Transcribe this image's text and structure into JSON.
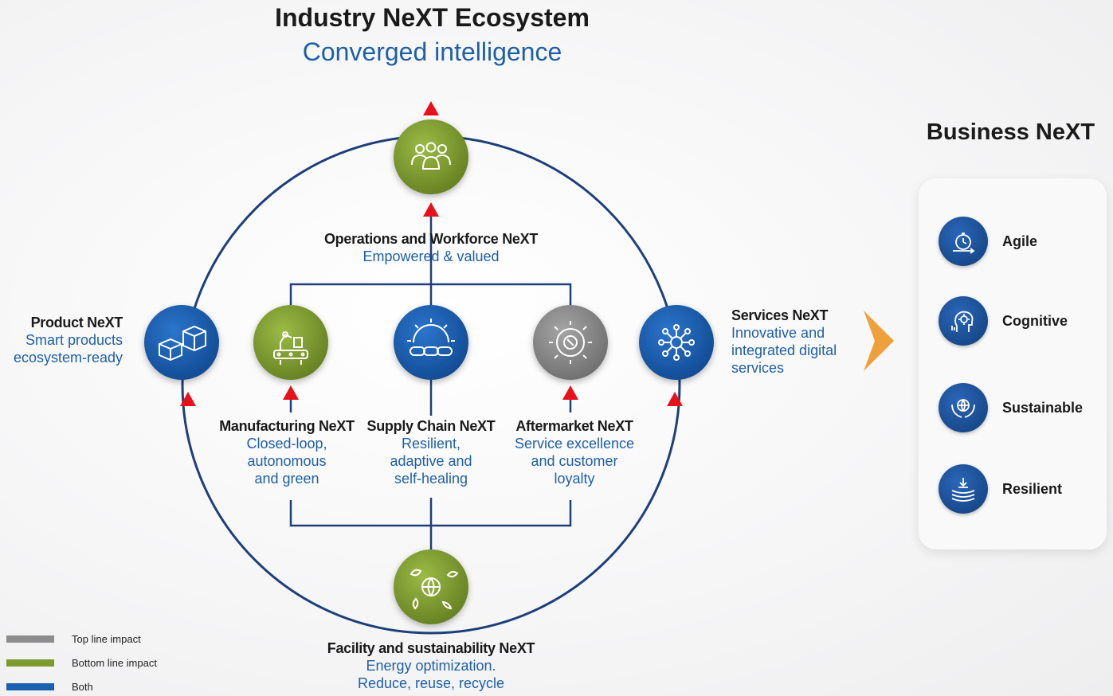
{
  "title": "Industry NeXT Ecosystem",
  "subtitle": "Converged intelligence",
  "nodes": {
    "operations": {
      "heading": "Operations and Workforce NeXT",
      "desc": "Empowered & valued",
      "icon": "workforce-group-icon",
      "color": "#7c9a2d"
    },
    "product": {
      "heading": "Product NeXT",
      "desc": [
        "Smart products",
        "ecosystem-ready"
      ],
      "icon": "product-boxes-icon",
      "color": "#1b5fb0"
    },
    "manufacturing": {
      "heading": "Manufacturing NeXT",
      "desc": [
        "Closed-loop,",
        "autonomous",
        "and green"
      ],
      "icon": "robot-arm-conveyor-icon",
      "color": "#7c9a2d"
    },
    "supply_chain": {
      "heading": "Supply Chain NeXT",
      "desc": [
        "Resilient,",
        "adaptive and",
        "self-healing"
      ],
      "icon": "gear-chain-link-icon",
      "color": "#1b5fb0"
    },
    "aftermarket": {
      "heading": "Aftermarket NeXT",
      "desc": [
        "Service excellence",
        "and customer",
        "loyalty"
      ],
      "icon": "gear-wrench-icon",
      "color": "#8c8c8c"
    },
    "services": {
      "heading": "Services NeXT",
      "desc": [
        "Innovative and",
        "integrated digital",
        "services"
      ],
      "icon": "network-hub-icon",
      "color": "#1b5fb0"
    },
    "facility": {
      "heading": "Facility and sustainability NeXT",
      "desc": [
        "Energy optimization.",
        "Reduce, reuse, recycle"
      ],
      "icon": "globe-leaves-icon",
      "color": "#7c9a2d"
    }
  },
  "business": {
    "title": "Business NeXT",
    "items": [
      {
        "label": "Agile",
        "icon": "stopwatch-arrows-icon"
      },
      {
        "label": "Cognitive",
        "icon": "brain-head-icon"
      },
      {
        "label": "Sustainable",
        "icon": "hands-globe-icon"
      },
      {
        "label": "Resilient",
        "icon": "pressure-layers-icon"
      }
    ]
  },
  "legend": [
    {
      "label": "Top line impact",
      "color": "#8c8c8c"
    },
    {
      "label": "Bottom line impact",
      "color": "#7c9a2d"
    },
    {
      "label": "Both",
      "color": "#1b5fb0"
    }
  ],
  "colors": {
    "ring": "#1e3f7a",
    "arrow": "#e8101a",
    "chevron": "#f0a03a",
    "accent_text": "#1f5fa8"
  }
}
